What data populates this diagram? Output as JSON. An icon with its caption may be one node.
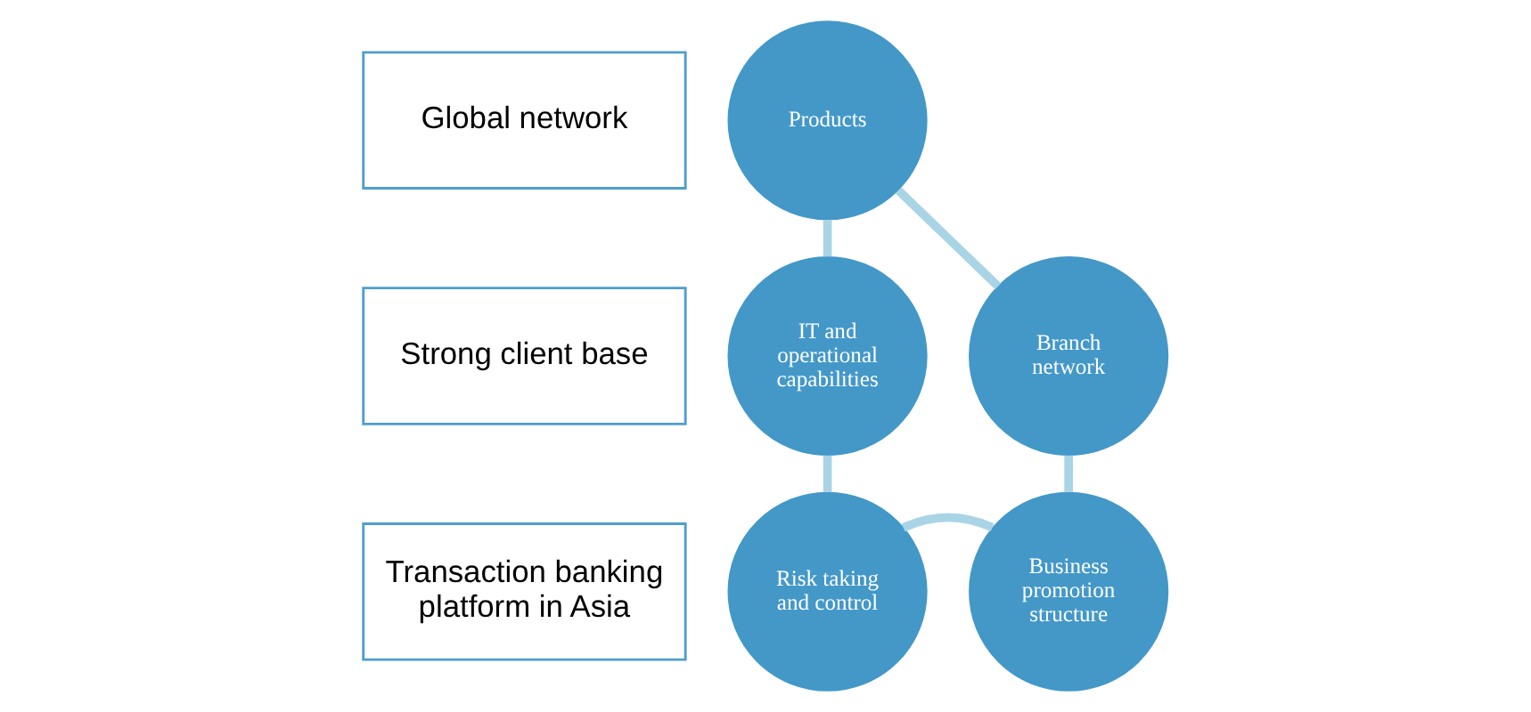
{
  "diagram": {
    "nodes": [
      {
        "text": [
          "Global network"
        ]
      },
      {
        "text": [
          "Strong client base"
        ]
      },
      {
        "text": [
          "Transaction banking platform in Asia"
        ]
      },
      {
        "text": [
          "Products"
        ]
      },
      {
        "text": [
          "Branch network"
        ]
      },
      {
        "text": [
          "Business promotion structure"
        ]
      },
      {
        "text": [
          "Risk taking and control"
        ]
      },
      {
        "text": [
          "IT and operational capabilities"
        ]
      }
    ],
    "edges": [
      {
        "from": 3,
        "to": 4,
        "arrow": "none"
      },
      {
        "from": 4,
        "to": 5,
        "arrow": "none"
      },
      {
        "from": 5,
        "to": 6,
        "arrow": "none"
      },
      {
        "from": 6,
        "to": 7,
        "arrow": "none"
      },
      {
        "from": 7,
        "to": 3,
        "arrow": "none"
      }
    ]
  }
}
